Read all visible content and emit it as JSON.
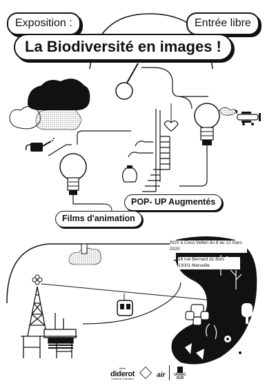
{
  "header": {
    "exposition_label": "Exposition :",
    "entree_label": "Entrée libre",
    "title": "La Biodiversité en images !"
  },
  "program": {
    "popup_label": "POP- UP Augmentés",
    "films_label": "Films d'animation"
  },
  "info": {
    "date_text": "RDV à Coco Velten du 8 au 12 mars 2020",
    "address_line1": "16 rue Bernard du Bois",
    "address_line2": "13001 Marseille"
  },
  "logos": {
    "diderot_small": "Atelier",
    "diderot_name": "diderot",
    "diderot_sub": "comité de l'animation",
    "air_name": "air",
    "ussec_name": "USSEC",
    "ussec_sub": "SUD"
  },
  "colors": {
    "ink": "#111111",
    "paper": "#ffffff"
  },
  "icons": [
    "magnifier-icon",
    "lightbulb-icon",
    "watering-can-icon",
    "airplane-icon",
    "flower-icon",
    "vase-icon",
    "staircase-icon",
    "cable-car-icon",
    "oil-rig-icon",
    "dice-flower-icon",
    "coral-icon"
  ]
}
